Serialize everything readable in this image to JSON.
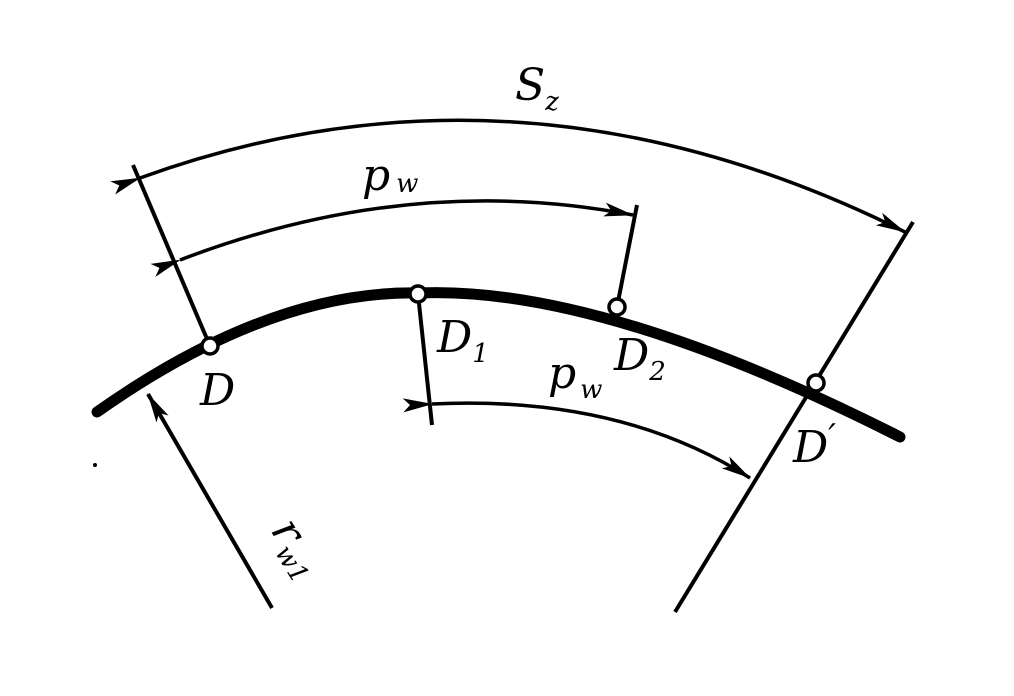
{
  "labels": {
    "s_z": {
      "base": "S",
      "sub": "z"
    },
    "p_w_upper": {
      "base": "p",
      "sub": "w"
    },
    "p_w_lower": {
      "base": "p",
      "sub": "w"
    },
    "d": {
      "base": "D"
    },
    "d1": {
      "base": "D",
      "sub": "1"
    },
    "d2": {
      "base": "D",
      "sub": "2"
    },
    "d_prime": {
      "base": "D",
      "sup": "′"
    },
    "r_w1": {
      "base": "r",
      "sub": "w1"
    }
  },
  "colors": {
    "ink": "#000000",
    "background": "#ffffff"
  }
}
